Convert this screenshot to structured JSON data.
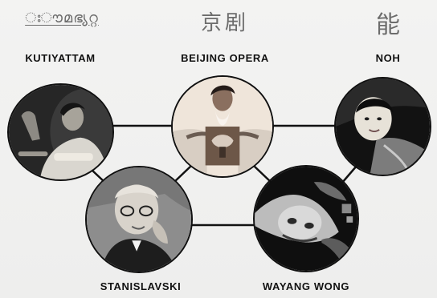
{
  "nodes": {
    "kutiyattam": {
      "label": "KUTIYATTAM",
      "script": "ഃൗമഭ്യറ്റ"
    },
    "beijing_opera": {
      "label": "BEIJING OPERA",
      "script": "京剧"
    },
    "noh": {
      "label": "NOH",
      "script": "能"
    },
    "stanislavski": {
      "label": "STANISLAVSKI"
    },
    "wayang_wong": {
      "label": "WAYANG WONG"
    }
  },
  "connections": [
    [
      "kutiyattam",
      "beijing_opera"
    ],
    [
      "beijing_opera",
      "noh"
    ],
    [
      "kutiyattam",
      "stanislavski"
    ],
    [
      "beijing_opera",
      "stanislavski"
    ],
    [
      "beijing_opera",
      "wayang_wong"
    ],
    [
      "noh",
      "wayang_wong"
    ],
    [
      "stanislavski",
      "wayang_wong"
    ]
  ],
  "colors": {
    "background": "#f1f1f0",
    "line": "#111111",
    "label": "#111111",
    "script": "#6c6c6c"
  }
}
